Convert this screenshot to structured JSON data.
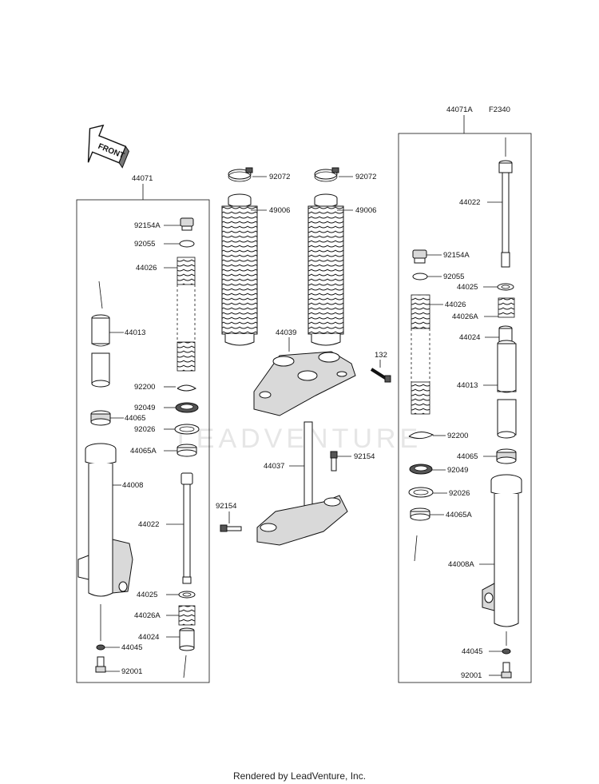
{
  "figure_code": "F2340",
  "front_arrow_label": "FRONT",
  "watermark": "LEADVENTURE",
  "footer": "Rendered by LeadVenture, Inc.",
  "left_group": {
    "assembly": "44071",
    "parts": {
      "cap_bolt": "92154A",
      "o_ring": "92055",
      "spring": "44026",
      "bushing_upper": "44013",
      "circlip": "92200",
      "oil_seal": "92049",
      "washer": "92026",
      "guide_bushing": "44065",
      "guide_bushing_a": "44065A",
      "outer_tube": "44008",
      "cylinder": "44022",
      "washer_lower": "44025",
      "spring_a": "44026A",
      "piece": "44024",
      "gasket": "44045",
      "bolt": "92001"
    }
  },
  "center_group": {
    "clamp_left": "92072",
    "clamp_right": "92072",
    "boot_left": "49006",
    "boot_right": "49006",
    "upper_bracket": "44039",
    "stud": "132",
    "stem": "44037",
    "bolt_right": "92154",
    "bolt_left": "92154"
  },
  "right_group": {
    "assembly": "44071A",
    "parts": {
      "cylinder": "44022",
      "cap_bolt": "92154A",
      "o_ring": "92055",
      "washer": "44025",
      "spring": "44026",
      "spring_a": "44026A",
      "piece": "44024",
      "bushing": "44013",
      "circlip": "92200",
      "guide_bushing": "44065",
      "oil_seal": "92049",
      "washer_seal": "92026",
      "guide_bushing_a": "44065A",
      "outer_tube": "44008A",
      "gasket": "44045",
      "bolt": "92001"
    }
  }
}
